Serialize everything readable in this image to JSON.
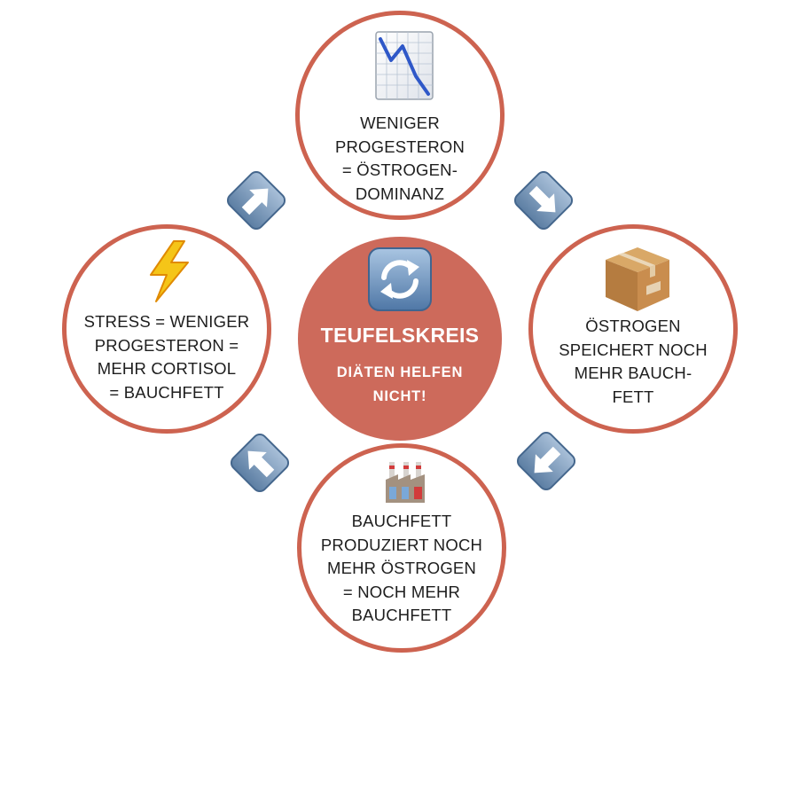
{
  "colors": {
    "ring": "#cd6350",
    "center_fill": "#cd6a5b",
    "text": "#1e1e1e",
    "arrow_blue_light": "#a9c0d9",
    "arrow_blue_dark": "#5c7ea3"
  },
  "center": {
    "icon": "cycle-arrows-icon",
    "title": "TEUFELSKREIS",
    "subtitle_lines": [
      "DIÄTEN HELFEN",
      "NICHT!"
    ]
  },
  "nodes": {
    "top": {
      "icon": "chart-decreasing-icon",
      "lines": [
        "WENIGER",
        "PROGESTERON",
        "= ÖSTROGEN-",
        "DOMINANZ"
      ]
    },
    "right": {
      "icon": "package-icon",
      "lines": [
        "ÖSTROGEN",
        "SPEICHERT NOCH",
        "MEHR BAUCH-",
        "FETT"
      ]
    },
    "bottom": {
      "icon": "factory-icon",
      "lines": [
        "BAUCHFETT",
        "PRODUZIERT NOCH",
        "MEHR ÖSTROGEN",
        "= NOCH MEHR",
        "BAUCHFETT"
      ]
    },
    "left": {
      "icon": "lightning-icon",
      "lines": [
        "STRESS = WENIGER",
        "PROGESTERON =",
        "MEHR CORTISOL",
        "= BAUCHFETT"
      ]
    }
  },
  "arrows": [
    {
      "id": "top-left",
      "direction": "up-right"
    },
    {
      "id": "top-right",
      "direction": "down-right"
    },
    {
      "id": "bottom-right",
      "direction": "down-left"
    },
    {
      "id": "bottom-left",
      "direction": "up-left"
    }
  ]
}
